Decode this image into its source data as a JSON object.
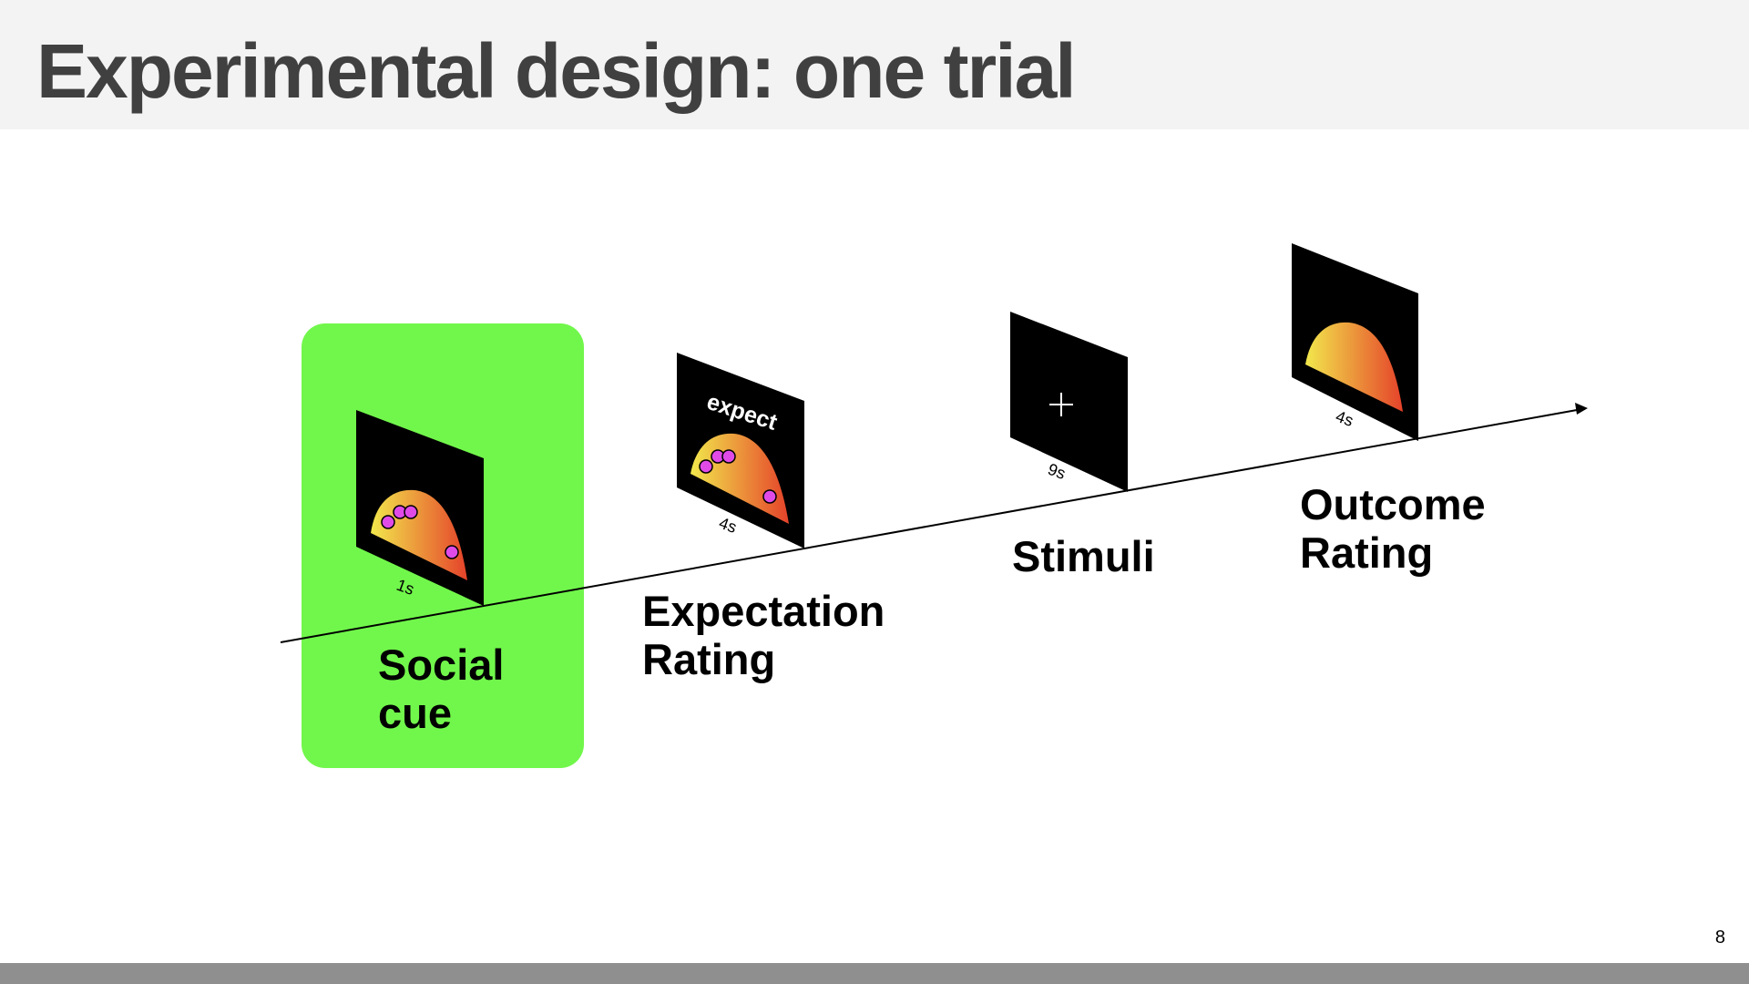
{
  "slide": {
    "title": "Experimental design: one trial",
    "page_number": "8"
  },
  "colors": {
    "highlight": "#71f74b",
    "screen": "#000000",
    "gauge_start": "#f2e84c",
    "gauge_end": "#e5422a",
    "marker": "#e04be8",
    "timeline": "#000000"
  },
  "steps": [
    {
      "label": "Social\ncue",
      "duration": "1s",
      "screen": "gauge-with-markers",
      "highlighted": true
    },
    {
      "label": "Expectation\nRating",
      "duration": "4s",
      "screen": "gauge-with-markers-and-text",
      "screen_text": "expect",
      "highlighted": false
    },
    {
      "label": "Stimuli",
      "duration": "9s",
      "screen": "fixation-cross",
      "highlighted": false
    },
    {
      "label": "Outcome\nRating",
      "duration": "4s",
      "screen": "gauge",
      "highlighted": false
    }
  ]
}
